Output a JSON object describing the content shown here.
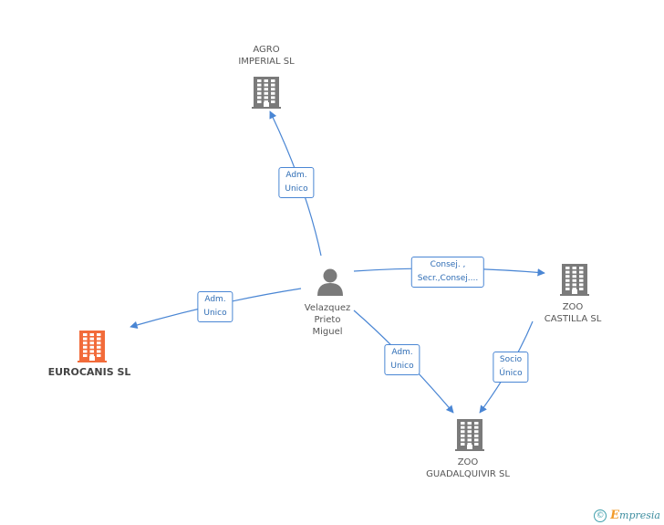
{
  "colors": {
    "edge": "#4a86d4",
    "company": "#7a7a7a",
    "company_highlight": "#f26b3a",
    "person": "#7a7a7a"
  },
  "nodes": [
    {
      "id": "agro",
      "kind": "company",
      "icon": "building-icon",
      "label_lines": [
        "AGRO",
        "IMPERIAL SL"
      ],
      "highlight": false
    },
    {
      "id": "person",
      "kind": "person",
      "icon": "person-icon",
      "label_lines": [
        "Velazquez",
        "Prieto",
        "Miguel"
      ],
      "highlight": false
    },
    {
      "id": "eurocanis",
      "kind": "company",
      "icon": "building-icon",
      "label_lines": [
        "EUROCANIS SL"
      ],
      "highlight": true
    },
    {
      "id": "zoo_castilla",
      "kind": "company",
      "icon": "building-icon",
      "label_lines": [
        "ZOO",
        "CASTILLA SL"
      ],
      "highlight": false
    },
    {
      "id": "zoo_guadalquivir",
      "kind": "company",
      "icon": "building-icon",
      "label_lines": [
        "ZOO",
        "GUADALQUIVIR SL"
      ],
      "highlight": false
    }
  ],
  "edges": [
    {
      "id": "person-agro",
      "from": "person",
      "to": "agro",
      "label_lines": [
        "Adm.",
        "Unico"
      ]
    },
    {
      "id": "person-eurocanis",
      "from": "person",
      "to": "eurocanis",
      "label_lines": [
        "Adm.",
        "Unico"
      ]
    },
    {
      "id": "person-castilla",
      "from": "person",
      "to": "zoo_castilla",
      "label_lines": [
        "Consej. ,",
        "Secr.,Consej...."
      ]
    },
    {
      "id": "person-guadalquivir",
      "from": "person",
      "to": "zoo_guadalquivir",
      "label_lines": [
        "Adm.",
        "Unico"
      ]
    },
    {
      "id": "castilla-guadalquivir",
      "from": "zoo_castilla",
      "to": "zoo_guadalquivir",
      "label_lines": [
        "Socio",
        "Único"
      ]
    }
  ],
  "brand": {
    "copyright_symbol": "©",
    "name_initial": "E",
    "name_rest": "mpresia"
  }
}
